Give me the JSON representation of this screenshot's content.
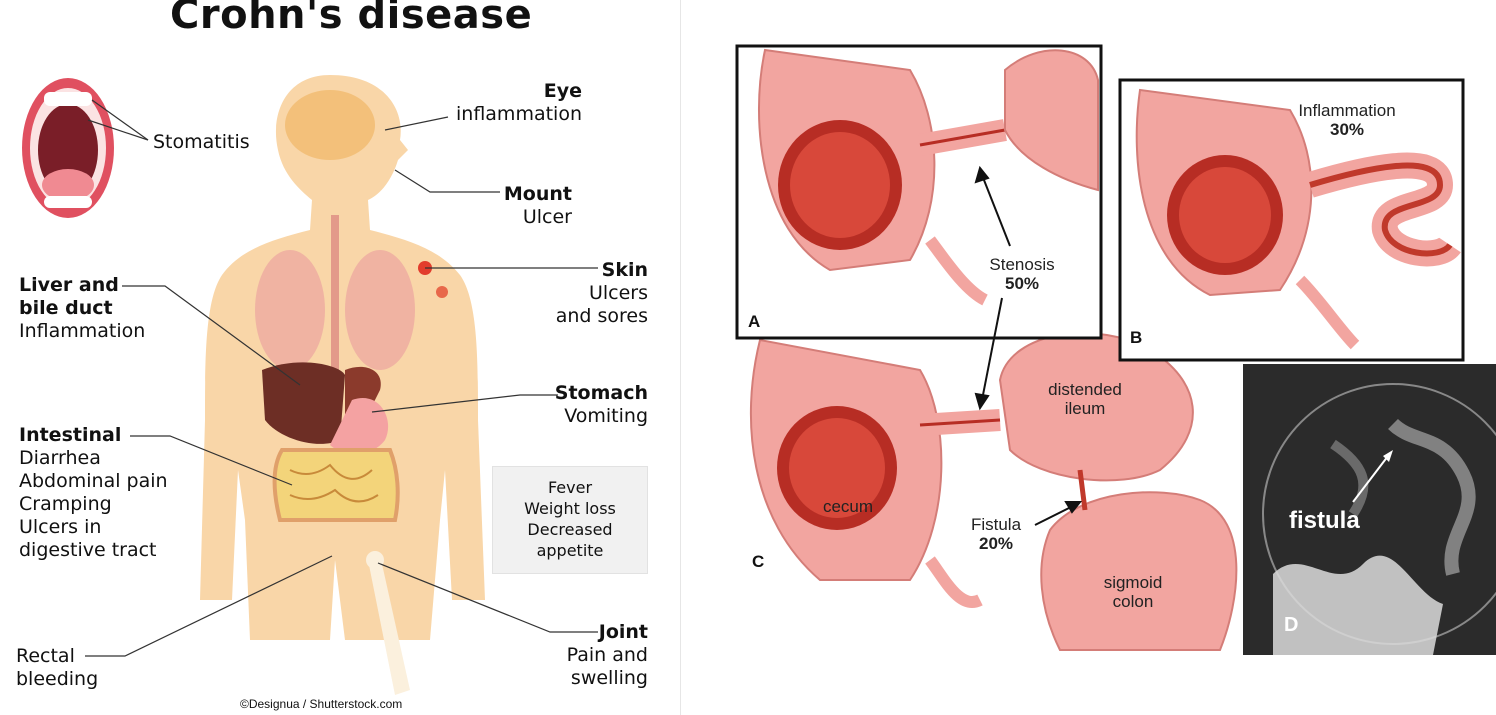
{
  "title": "Crohn's disease",
  "left": {
    "eye": {
      "head": "Eye",
      "sub": "inflammation"
    },
    "stomatitis": "Stomatitis",
    "mouth": {
      "head": "Mount",
      "sub": "Ulcer"
    },
    "skin": {
      "head": "Skin",
      "sub1": "Ulcers",
      "sub2": "and sores"
    },
    "liver": {
      "head1": "Liver and",
      "head2": "bile duct",
      "sub": "Inflammation"
    },
    "stomach": {
      "head": "Stomach",
      "sub": "Vomiting"
    },
    "intestinal": {
      "head": "Intestinal",
      "items": [
        "Diarrhea",
        "Abdominal pain",
        "Cramping",
        "Ulcers in",
        "digestive tract"
      ]
    },
    "general": [
      "Fever",
      "Weight loss",
      "Decreased",
      "appetite"
    ],
    "rectal": {
      "line1": "Rectal",
      "line2": "bleeding"
    },
    "joint": {
      "head": "Joint",
      "sub1": "Pain and",
      "sub2": "swelling"
    },
    "credit": "©Designua / Shutterstock.com"
  },
  "right": {
    "panels": {
      "a": "A",
      "b": "B",
      "c": "C",
      "d": "D"
    },
    "stenosis": {
      "label": "Stenosis",
      "pct": "50%"
    },
    "inflammation": {
      "label": "Inflammation",
      "pct": "30%"
    },
    "fistula": {
      "label": "Fistula",
      "pct": "20%"
    },
    "distended": {
      "line1": "distended",
      "line2": "ileum"
    },
    "cecum": "cecum",
    "sigmoid": {
      "line1": "sigmoid",
      "line2": "colon"
    },
    "xray_label": "fistula"
  },
  "colors": {
    "skin": "#f9d6a8",
    "intestine_pink": "#f2a5a0",
    "mucosa_red": "#c0392b",
    "xray": "#2b2b2b"
  }
}
